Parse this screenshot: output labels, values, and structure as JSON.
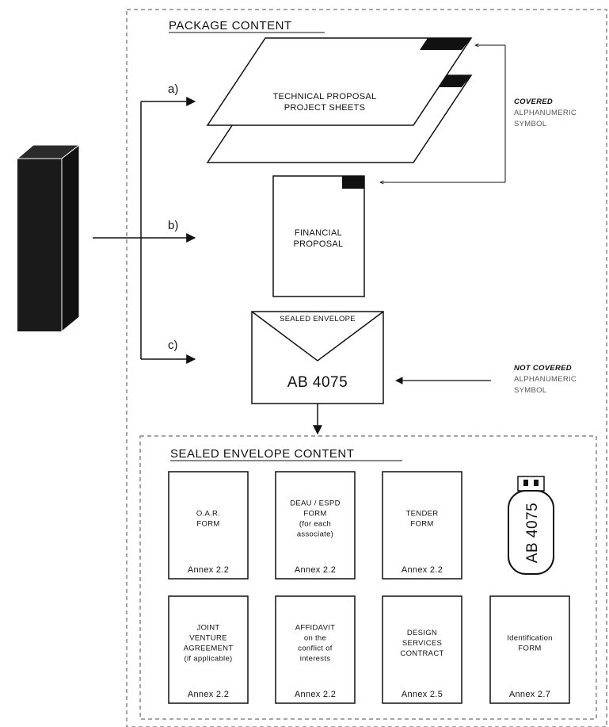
{
  "package": {
    "title": "PACKAGE CONTENT",
    "label_a": "a)",
    "label_b": "b)",
    "label_c": "c)",
    "technical_line1": "TECHNICAL PROPOSAL",
    "technical_line2": "PROJECT SHEETS",
    "financial_line1": "FINANCIAL",
    "financial_line2": "PROPOSAL",
    "envelope_label": "SEALED ENVELOPE",
    "envelope_code": "AB 4075"
  },
  "notes": {
    "covered_bold": "COVERED",
    "covered_line2": "ALPHANUMERIC",
    "covered_line3": "SYMBOL",
    "not_covered_bold": "NOT COVERED",
    "not_covered_line2": "ALPHANUMERIC",
    "not_covered_line3": "SYMBOL"
  },
  "envelope_content": {
    "title": "SEALED ENVELOPE CONTENT",
    "usb_code": "AB 4075",
    "docs": [
      {
        "lines": [
          "O.A.R.",
          "FORM"
        ],
        "annex": "Annex 2.2"
      },
      {
        "lines": [
          "DEAU / ESPD",
          "FORM",
          "(for each",
          "associate)"
        ],
        "annex": "Annex 2.2"
      },
      {
        "lines": [
          "TENDER",
          "FORM"
        ],
        "annex": "Annex 2.2"
      },
      {
        "lines": [
          "JOINT",
          "VENTURE",
          "AGREEMENT",
          "(if applicable)"
        ],
        "annex": "Annex 2.2"
      },
      {
        "lines": [
          "AFFIDAVIT",
          "on the",
          "conflict of",
          "interests"
        ],
        "annex": "Annex 2.2"
      },
      {
        "lines": [
          "DESIGN",
          "SERVICES",
          "CONTRACT"
        ],
        "annex": "Annex 2.5"
      },
      {
        "lines": [
          "Identification",
          "FORM"
        ],
        "annex": "Annex 2.7"
      }
    ]
  }
}
